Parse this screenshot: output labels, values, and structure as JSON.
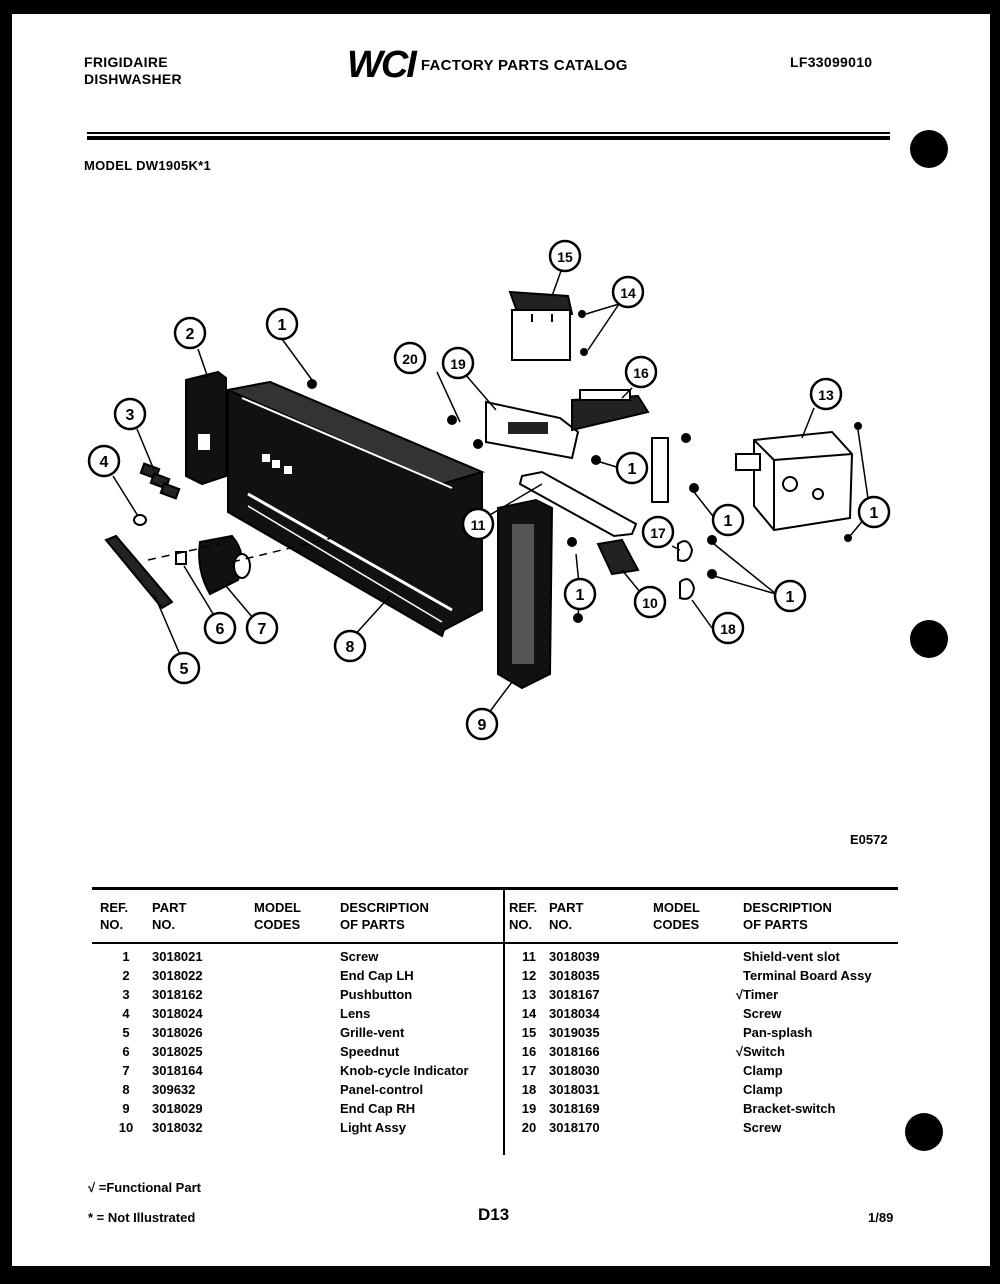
{
  "header": {
    "brand_line1": "FRIGIDAIRE",
    "brand_line2": "DISHWASHER",
    "logo_text": "WCI",
    "catalog_title": "FACTORY PARTS CATALOG",
    "catalog_number": "LF33099010"
  },
  "model_label": "MODEL DW1905K*1",
  "diagram": {
    "callouts": [
      "1",
      "2",
      "3",
      "4",
      "5",
      "6",
      "7",
      "8",
      "9",
      "10",
      "11",
      "13",
      "14",
      "15",
      "16",
      "17",
      "18",
      "19",
      "20"
    ],
    "drawing_code": "E0572"
  },
  "table": {
    "headers": {
      "ref_1": "REF.",
      "ref_2": "NO.",
      "part_1": "PART",
      "part_2": "NO.",
      "model_1": "MODEL",
      "model_2": "CODES",
      "desc_1": "DESCRIPTION",
      "desc_2": "OF PARTS"
    },
    "left_rows": [
      {
        "ref": "1",
        "part": "3018021",
        "func": "",
        "desc": "Screw"
      },
      {
        "ref": "2",
        "part": "3018022",
        "func": "",
        "desc": "End Cap LH"
      },
      {
        "ref": "3",
        "part": "3018162",
        "func": "",
        "desc": "Pushbutton"
      },
      {
        "ref": "4",
        "part": "3018024",
        "func": "",
        "desc": "Lens"
      },
      {
        "ref": "5",
        "part": "3018026",
        "func": "",
        "desc": "Grille-vent"
      },
      {
        "ref": "6",
        "part": "3018025",
        "func": "",
        "desc": "Speednut"
      },
      {
        "ref": "7",
        "part": "3018164",
        "func": "",
        "desc": "Knob-cycle Indicator"
      },
      {
        "ref": "8",
        "part": "309632",
        "func": "",
        "desc": "Panel-control"
      },
      {
        "ref": "9",
        "part": "3018029",
        "func": "",
        "desc": "End Cap RH"
      },
      {
        "ref": "10",
        "part": "3018032",
        "func": "",
        "desc": "Light Assy"
      }
    ],
    "right_rows": [
      {
        "ref": "11",
        "part": "3018039",
        "func": "",
        "desc": "Shield-vent slot"
      },
      {
        "ref": "12",
        "part": "3018035",
        "func": "",
        "desc": "Terminal Board Assy"
      },
      {
        "ref": "13",
        "part": "3018167",
        "func": "√",
        "desc": "Timer"
      },
      {
        "ref": "14",
        "part": "3018034",
        "func": "",
        "desc": "Screw"
      },
      {
        "ref": "15",
        "part": "3019035",
        "func": "",
        "desc": "Pan-splash"
      },
      {
        "ref": "16",
        "part": "3018166",
        "func": "√",
        "desc": "Switch"
      },
      {
        "ref": "17",
        "part": "3018030",
        "func": "",
        "desc": "Clamp"
      },
      {
        "ref": "18",
        "part": "3018031",
        "func": "",
        "desc": "Clamp"
      },
      {
        "ref": "19",
        "part": "3018169",
        "func": "",
        "desc": "Bracket-switch"
      },
      {
        "ref": "20",
        "part": "3018170",
        "func": "",
        "desc": "Screw"
      }
    ]
  },
  "footer": {
    "legend_functional": "√ =Functional Part",
    "legend_not_illustrated": "* = Not Illustrated",
    "page_code": "D13",
    "date": "1/89"
  }
}
